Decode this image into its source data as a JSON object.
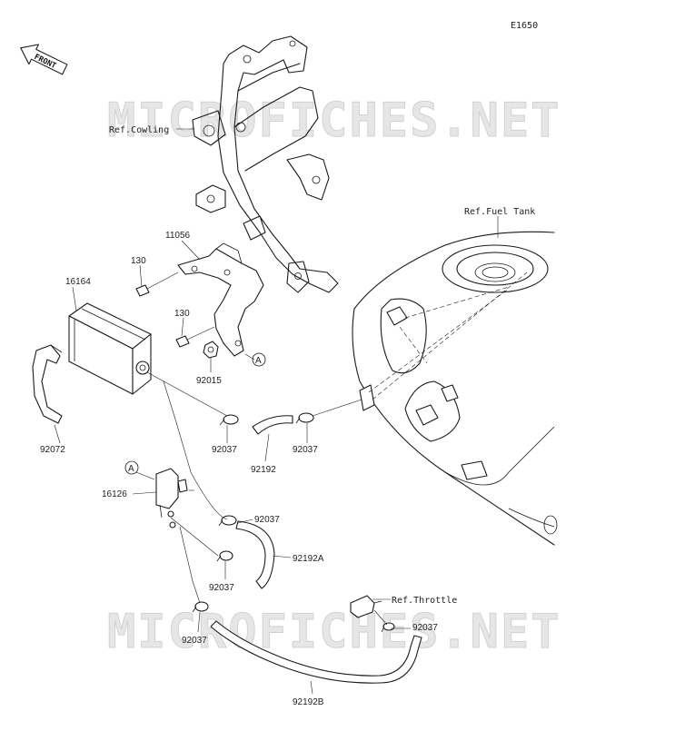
{
  "diagram_code": "E1650",
  "front_arrow_label": "FRONT",
  "watermark": "MICROFICHES.NET",
  "references": {
    "cowling": "Ref.Cowling",
    "fuel_tank": "Ref.Fuel Tank",
    "throttle": "Ref.Throttle"
  },
  "part_labels": {
    "p11056": "11056",
    "p130_a": "130",
    "p130_b": "130",
    "p16164": "16164",
    "p92015": "92015",
    "pA_1": "A",
    "pA_2": "A",
    "p92072": "92072",
    "p92037_a": "92037",
    "p92192": "92192",
    "p92037_b": "92037",
    "p16126": "16126",
    "p92037_c": "92037",
    "p92192A": "92192A",
    "p92037_d": "92037",
    "p92037_e": "92037",
    "p92037_f": "92037",
    "p92192B": "92192B"
  }
}
